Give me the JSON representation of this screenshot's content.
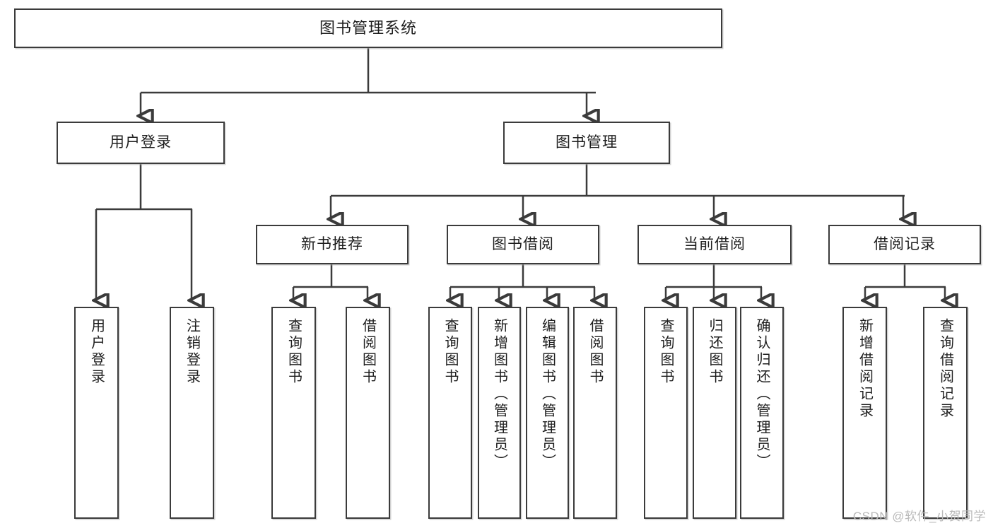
{
  "diagram": {
    "title": "图书管理系统",
    "type": "tree-hierarchy-diagram",
    "watermark": "CSDN @软件_小贺同学",
    "colors": {
      "node_border": "#3b3b3b",
      "node_fill": "#ffffff",
      "connector": "#3b3b3b",
      "text": "#1e1e1e",
      "watermark": "#b9b9b9"
    },
    "nodes": {
      "root": {
        "label": "图书管理系统"
      },
      "level2": [
        {
          "id": "user-login",
          "label": "用户登录"
        },
        {
          "id": "book-management",
          "label": "图书管理"
        }
      ],
      "level3": [
        {
          "id": "new-book-recommend",
          "label": "新书推荐"
        },
        {
          "id": "book-borrow",
          "label": "图书借阅"
        },
        {
          "id": "current-borrow",
          "label": "当前借阅"
        },
        {
          "id": "borrow-record",
          "label": "借阅记录"
        }
      ],
      "leaves": {
        "user-login": [
          {
            "id": "leaf-user-login",
            "label": "用户登录"
          },
          {
            "id": "leaf-user-logout",
            "label": "注销登录"
          }
        ],
        "new-book-recommend": [
          {
            "id": "leaf-query-book-1",
            "label": "查询图书"
          },
          {
            "id": "leaf-borrow-book-1",
            "label": "借阅图书"
          }
        ],
        "book-borrow": [
          {
            "id": "leaf-query-book-2",
            "label": "查询图书"
          },
          {
            "id": "leaf-add-book",
            "label": "新增图书（管理员）"
          },
          {
            "id": "leaf-edit-book",
            "label": "编辑图书（管理员）"
          },
          {
            "id": "leaf-borrow-book-2",
            "label": "借阅图书"
          }
        ],
        "current-borrow": [
          {
            "id": "leaf-query-book-3",
            "label": "查询图书"
          },
          {
            "id": "leaf-return-book",
            "label": "归还图书"
          },
          {
            "id": "leaf-confirm-return",
            "label": "确认归还（管理员）"
          }
        ],
        "borrow-record": [
          {
            "id": "leaf-add-record",
            "label": "新增借阅记录"
          },
          {
            "id": "leaf-query-record",
            "label": "查询借阅记录"
          }
        ]
      }
    }
  }
}
